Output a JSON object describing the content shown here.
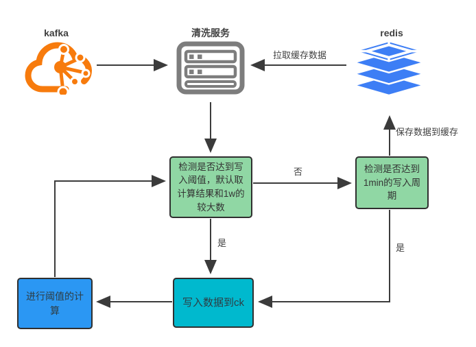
{
  "canvas": {
    "background": "#ffffff",
    "connector_color": "#3b3b3b"
  },
  "nodes": {
    "kafka": {
      "label": "kafka",
      "icon": "kafka-cloud-icon",
      "color": "#f77b0d"
    },
    "cleaning_service": {
      "label": "清洗服务",
      "icon": "server-icon",
      "color": "#7d7d7d"
    },
    "redis": {
      "label": "redis",
      "icon": "redis-stack-icon",
      "color": "#3d7ef5"
    },
    "check_threshold": {
      "text": "检测是否达到写入阈值，默认取计算结果和1w的较大数",
      "fill": "#90d7a4",
      "border": "#2f2f2f"
    },
    "check_period": {
      "text": "检测是否达到1min的写入周期",
      "fill": "#90d7a4",
      "border": "#2f2f2f"
    },
    "write_ck": {
      "text": "写入数据到ck",
      "fill": "#00b9ce",
      "border": "#2f2f2f"
    },
    "calc_threshold": {
      "text": "进行阈值的计算",
      "fill": "#2b97f3",
      "border": "#2f2f2f"
    }
  },
  "edges": {
    "pull_cache": {
      "label": "拉取缓存数据",
      "from": "redis",
      "to": "cleaning_service"
    },
    "save_cache": {
      "label": "保存数据到缓存",
      "from": "check_period",
      "to": "redis"
    },
    "no_branch": {
      "label": "否",
      "from": "check_threshold",
      "to": "check_period"
    },
    "yes_threshold": {
      "label": "是",
      "from": "check_threshold",
      "to": "write_ck"
    },
    "yes_period": {
      "label": "是",
      "from": "check_period",
      "to": "write_ck"
    }
  }
}
